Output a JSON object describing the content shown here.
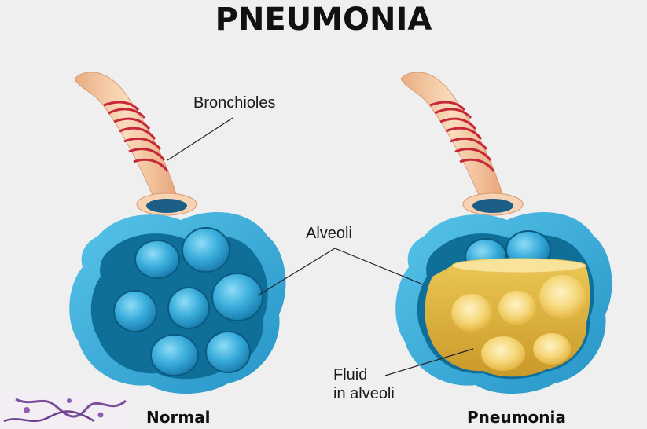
{
  "title": "PNEUMONIA",
  "labels": {
    "bronchioles": "Bronchioles",
    "alveoli": "Alveoli",
    "fluid_line1": "Fluid",
    "fluid_line2": "in alveoli"
  },
  "captions": {
    "normal": "Normal",
    "pneumonia": "Pneumonia"
  },
  "colors": {
    "background": "#efefef",
    "sac_outer": "#41b3dd",
    "sac_inner": "#0e6d97",
    "alveolus": "#3ab0de",
    "fluid": "#e0b23a",
    "bronchiole": "#f4c49a",
    "muscle_band": "#c6283a"
  }
}
